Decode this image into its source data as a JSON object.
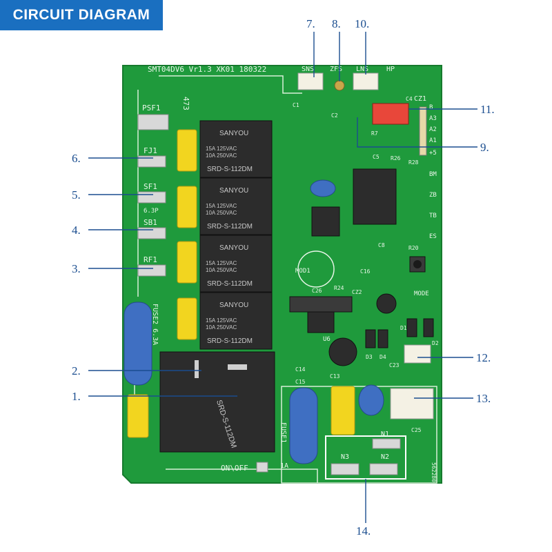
{
  "banner": {
    "title": "CIRCUIT DIAGRAM"
  },
  "colors": {
    "banner": "#1a6fc0",
    "pcb": "#1f9a3c",
    "callout": "#1a4d8f",
    "relay": "#2c2c2c",
    "capacitor_yellow": "#f2d51f",
    "capacitor_blue": "#3f6fc2"
  },
  "board": {
    "model": "SMT04DV6 Vr1.3 XK01 180322",
    "top_labels": [
      "SNS",
      "ZFS",
      "LNS",
      "HP"
    ],
    "left_terminals": [
      "PSF1",
      "FJ1",
      "SF1",
      "SB1",
      "RF1"
    ],
    "sf1_note": "6.3P",
    "fuse2": "FUSE2 6.3A",
    "fuse1": "FUSE1",
    "fuse1_rating": "1A",
    "switch_label": "ON\\OFF",
    "mode_label": "MODE",
    "relay_brand": "SANYOU",
    "relay_model": "SRD-S-112DM",
    "relay_rating_a": "15A 125VAC",
    "relay_rating_b": "10A 250VAC",
    "n_labels": [
      "N1",
      "N3",
      "N2"
    ],
    "misc_labels": [
      "C1",
      "C2",
      "C4",
      "C5",
      "C8",
      "C13",
      "C14",
      "C15",
      "C16",
      "C23",
      "C25",
      "C26",
      "R7",
      "R20",
      "R24",
      "R26",
      "R28",
      "CZ1",
      "CZ2",
      "D1",
      "D2",
      "D3",
      "D4",
      "MOD1",
      "U6"
    ],
    "side_labels": [
      "B",
      "A3",
      "A2",
      "A1",
      "+5",
      "BM",
      "ZB",
      "TB",
      "ES"
    ],
    "part_number": "562280",
    "relay_extra": "473"
  },
  "callouts": [
    {
      "n": "1."
    },
    {
      "n": "2."
    },
    {
      "n": "3."
    },
    {
      "n": "4."
    },
    {
      "n": "5."
    },
    {
      "n": "6."
    },
    {
      "n": "7."
    },
    {
      "n": "8."
    },
    {
      "n": "9."
    },
    {
      "n": "10."
    },
    {
      "n": "11."
    },
    {
      "n": "12."
    },
    {
      "n": "13."
    },
    {
      "n": "14."
    }
  ]
}
